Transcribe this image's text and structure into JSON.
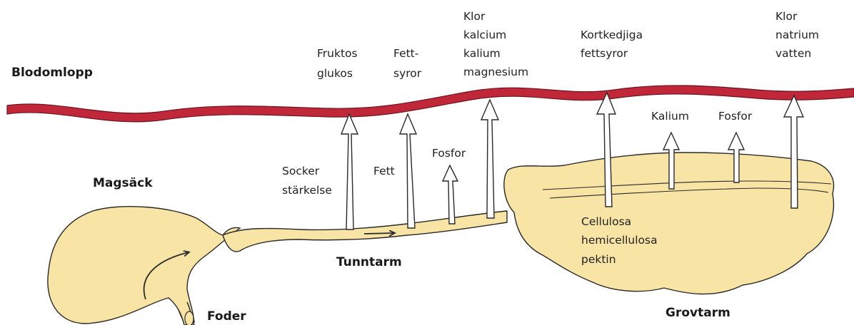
{
  "colors": {
    "blood_vessel": "#c0283a",
    "organ_fill": "#f8e4a4",
    "outline": "#2a2a2a",
    "text": "#1a1a1a"
  },
  "labels": {
    "blodomlopp": "Blodomlopp",
    "magsack": "Magsäck",
    "tunntarm": "Tunntarm",
    "grovtarm": "Grovtarm",
    "foder": "Foder"
  },
  "nutrients": {
    "fruktos": [
      "Fruktos",
      "glukos"
    ],
    "fettsyror": [
      "Fett-",
      "syror"
    ],
    "mineraler_tunntarm": [
      "Klor",
      "kalcium",
      "kalium",
      "magnesium"
    ],
    "kortkedjiga": [
      "Kortkedjiga",
      "fettsyror"
    ],
    "mineraler_grovtarm": [
      "Klor",
      "natrium",
      "vatten"
    ],
    "socker": [
      "Socker",
      "stärkelse"
    ],
    "fett": "Fett",
    "fosfor_tunntarm": "Fosfor",
    "kalium": "Kalium",
    "fosfor_grovtarm": "Fosfor",
    "fibrer": [
      "Cellulosa",
      "hemicellulosa",
      "pektin"
    ]
  }
}
